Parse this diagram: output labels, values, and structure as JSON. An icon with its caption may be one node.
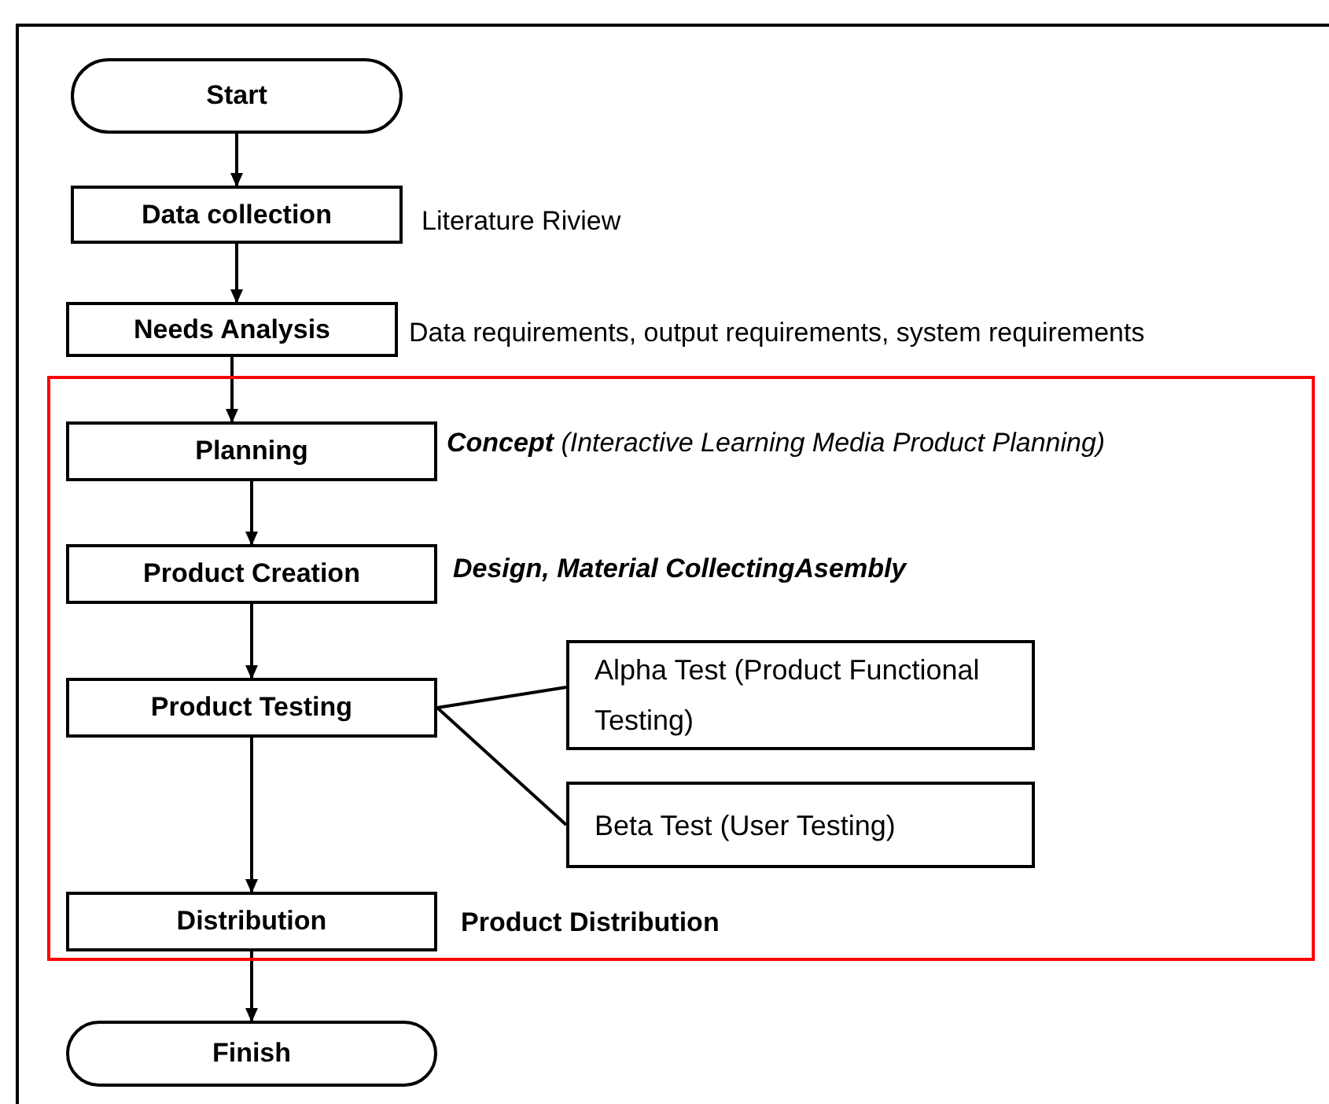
{
  "diagram": {
    "nodes": [
      {
        "text": [
          "Start"
        ]
      },
      {
        "text": [
          "Data collection"
        ],
        "beside": [
          "Literature Riview"
        ]
      },
      {
        "text": [
          "Needs Analysis"
        ],
        "beside": [
          "Data requirements, output requirements, system requirements"
        ]
      },
      {
        "text": [],
        "shape": "box"
      },
      {
        "text": [
          "Planning"
        ],
        "in": 3,
        "beside": [
          "**Concept** (Interactive Learning Media Product Planning)"
        ]
      },
      {
        "text": [
          "Product Creation"
        ],
        "in": 3,
        "beside": [
          "Design, Material CollectingAsembly"
        ]
      },
      {
        "text": [
          "Product Testing"
        ],
        "in": 3
      },
      {
        "text": [
          "Alpha Test (Product Functional Testing)"
        ],
        "in": 3
      },
      {
        "text": [
          "Beta Test (User Testing)"
        ],
        "in": 3
      },
      {
        "text": [
          "Distribution"
        ],
        "in": 3,
        "beside": [
          "Product Distribution"
        ]
      },
      {
        "text": [
          "Finish"
        ]
      }
    ],
    "edges": [
      {
        "from": 0,
        "to": 1,
        "arrow": "to"
      },
      {
        "from": 1,
        "to": 2,
        "arrow": "to"
      },
      {
        "from": 2,
        "to": 4,
        "arrow": "to"
      },
      {
        "from": 4,
        "to": 5,
        "arrow": "to"
      },
      {
        "from": 5,
        "to": 6,
        "arrow": "to"
      },
      {
        "from": 6,
        "to": 7,
        "arrow": "none"
      },
      {
        "from": 6,
        "to": 8,
        "arrow": "none"
      },
      {
        "from": 6,
        "to": 9,
        "arrow": "to"
      },
      {
        "from": 9,
        "to": 10,
        "arrow": "to"
      }
    ]
  }
}
